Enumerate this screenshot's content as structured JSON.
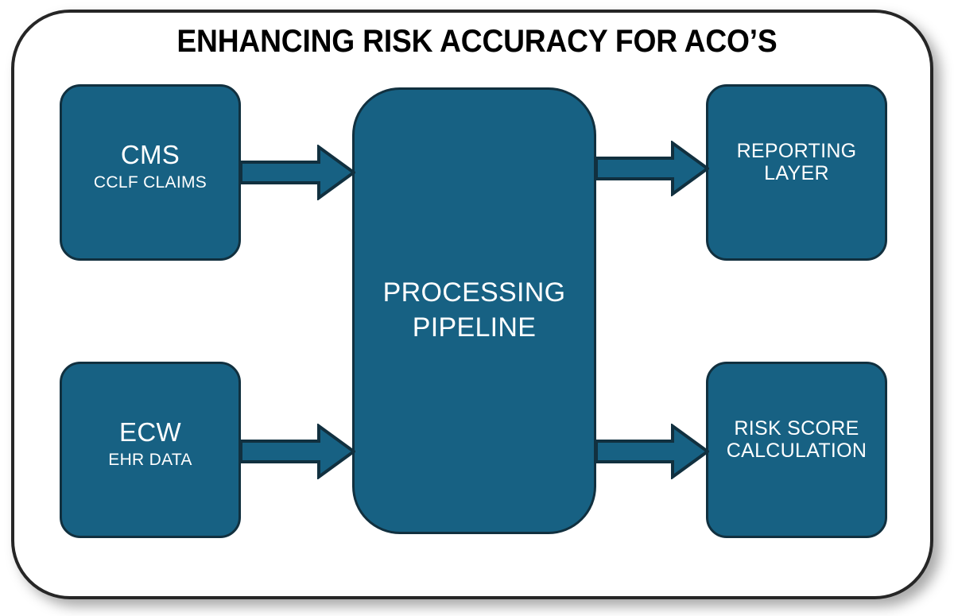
{
  "diagram": {
    "title": "ENHANCING RISK ACCURACY FOR ACO’S",
    "colors": {
      "node_fill": "#176183",
      "node_border": "#11303f",
      "arrow_fill": "#176183",
      "arrow_border": "#11303f",
      "frame_border": "#262626",
      "background": "#ffffff",
      "node_text": "#ffffff",
      "title_text": "#000000"
    },
    "nodes": {
      "cms": {
        "primary": "CMS",
        "secondary": "CCLF CLAIMS"
      },
      "ecw": {
        "primary": "ECW",
        "secondary": "EHR DATA"
      },
      "pipeline": {
        "line1": "PROCESSING",
        "line2": "PIPELINE"
      },
      "reporting": {
        "line1": "REPORTING",
        "line2": "LAYER"
      },
      "risk": {
        "line1": "RISK SCORE",
        "line2": "CALCULATION"
      }
    },
    "arrows": [
      {
        "name": "cms-to-pipeline",
        "from": "cms",
        "to": "pipeline",
        "direction": "right"
      },
      {
        "name": "ecw-to-pipeline",
        "from": "ecw",
        "to": "pipeline",
        "direction": "right"
      },
      {
        "name": "pipeline-to-reporting",
        "from": "pipeline",
        "to": "reporting",
        "direction": "right"
      },
      {
        "name": "pipeline-to-risk",
        "from": "pipeline",
        "to": "risk",
        "direction": "right"
      }
    ]
  }
}
